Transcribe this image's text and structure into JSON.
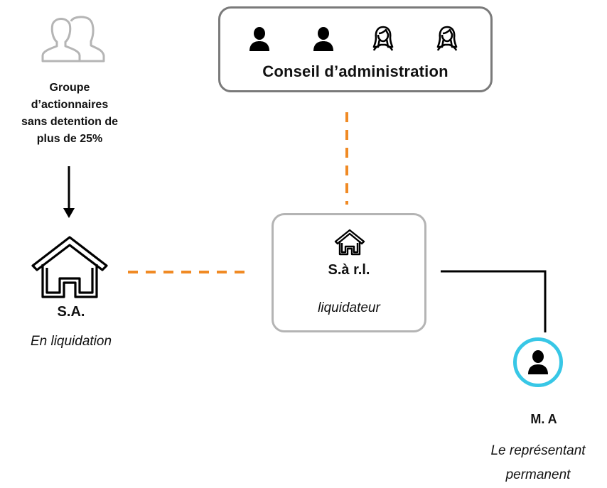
{
  "shareholders": {
    "icon": "people-icon",
    "label_lines": [
      "Groupe",
      "d’actionnaires",
      "sans detention de",
      "plus de 25%"
    ]
  },
  "board": {
    "title": "Conseil d’administration",
    "members": [
      "male-person-icon",
      "male-person-icon",
      "female-person-icon",
      "female-person-icon"
    ]
  },
  "sa": {
    "icon": "house-icon",
    "title": "S.A.",
    "subtitle": "En liquidation"
  },
  "sarl": {
    "icon": "house-icon",
    "title": "S.à r.l.",
    "subtitle": "liquidateur"
  },
  "representative": {
    "icon": "person-icon",
    "title": "M. A",
    "subtitle_lines": [
      "Le représentant",
      "permanent"
    ]
  },
  "colors": {
    "dashed_link": "#f08a24",
    "solid_link": "#000000",
    "board_border": "#7a7a7a",
    "sarl_border": "#b4b4b4",
    "highlight_ring": "#38c7e6",
    "people_icon": "#b5b5b5"
  }
}
